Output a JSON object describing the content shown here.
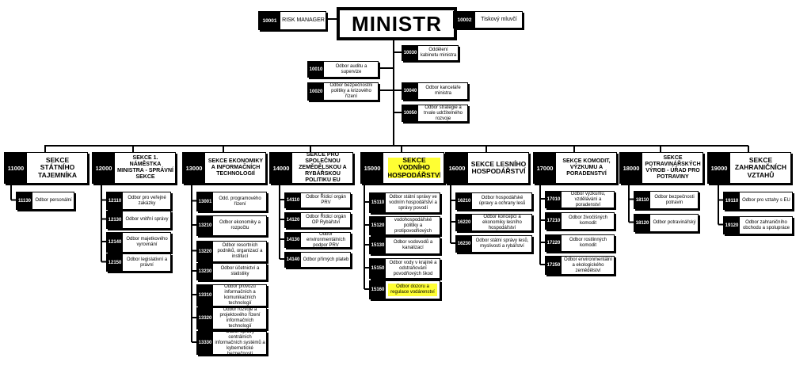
{
  "minister": {
    "title": "MINISTR"
  },
  "top_boxes": [
    {
      "code": "10001",
      "label": "RISK MANAGER"
    },
    {
      "code": "10002",
      "label": "Tiskový mluvčí"
    },
    {
      "code": "10030",
      "label": "Oddělení kabinetu ministra"
    },
    {
      "code": "10010",
      "label": "Odbor auditu a supervize"
    },
    {
      "code": "10020",
      "label": "Odbor bezpečnostní politiky a krizového řízení"
    },
    {
      "code": "10040",
      "label": "Odbor kanceláře ministra"
    },
    {
      "code": "10050",
      "label": "Odbor strategie a trvale udržitelného rozvoje"
    }
  ],
  "sections": [
    {
      "code": "11000",
      "label": "SEKCE STÁTNÍHO TAJEMNÍKA",
      "units": [
        {
          "code": "11130",
          "label": "Odbor personální"
        }
      ]
    },
    {
      "code": "12000",
      "label": "SEKCE 1. NÁMĚSTKA MINISTRA - SPRÁVNÍ SEKCE",
      "units": [
        {
          "code": "12110",
          "label": "Odbor pro veřejné zakázky"
        },
        {
          "code": "12130",
          "label": "Odbor vnitřní správy"
        },
        {
          "code": "12140",
          "label": "Odbor majetkového vyrovnání"
        },
        {
          "code": "12150",
          "label": "Odbor legislativní a právní"
        }
      ]
    },
    {
      "code": "13000",
      "label": "SEKCE EKONOMIKY A INFORMAČNÍCH TECHNOLOGIÍ",
      "units": [
        {
          "code": "13001",
          "label": "Odd. programového řízení"
        },
        {
          "code": "13210",
          "label": "Odbor ekonomiky a rozpočtu"
        },
        {
          "code": "13220",
          "label": "Odbor resortních podniků, organizací a institucí"
        },
        {
          "code": "13230",
          "label": "Odbor účetnictví a statistiky"
        },
        {
          "code": "13310",
          "label": "Odbor provozu informačních a komunikačních technologií"
        },
        {
          "code": "13320",
          "label": "Odbor rozvoje a projektového řízení informačních technologií"
        },
        {
          "code": "13330",
          "label": "Odbor správy centrálních informačních systémů a kybernetické bezpečnosti"
        }
      ]
    },
    {
      "code": "14000",
      "label": "SEKCE PRO SPOLEČNOU ZEMĚDĚLSKOU A RYBÁŘSKOU POLITIKU EU",
      "units": [
        {
          "code": "14110",
          "label": "Odbor Řídicí orgán PRV"
        },
        {
          "code": "14120",
          "label": "Odbor Řídicí orgán OP Rybářství"
        },
        {
          "code": "14130",
          "label": "Odbor environmentálních podpor PRV"
        },
        {
          "code": "14140",
          "label": "Odbor přímých plateb"
        }
      ]
    },
    {
      "code": "15000",
      "label": "SEKCE VODNÍHO HOSPODÁŘSTVÍ",
      "highlight": true,
      "units": [
        {
          "code": "15110",
          "label": "Odbor státní správy ve vodním hospodářství a správy povodí"
        },
        {
          "code": "15120",
          "label": "Odbor vodohospodářské politiky a protipovodňových opatření"
        },
        {
          "code": "15130",
          "label": "Odbor vodovodů a kanalizací"
        },
        {
          "code": "15150",
          "label": "Odbor vody v krajině a odstraňování povodňových škod"
        },
        {
          "code": "15160",
          "label": "Odbor dozoru a regulace vodárenství",
          "highlight": true
        }
      ]
    },
    {
      "code": "16000",
      "label": "SEKCE LESNÍHO HOSPODÁŘSTVÍ",
      "units": [
        {
          "code": "16210",
          "label": "Odbor hospodářské úpravy a ochrany lesů"
        },
        {
          "code": "16220",
          "label": "Odbor koncepcí a ekonomiky lesního hospodářství"
        },
        {
          "code": "16230",
          "label": "Odbor státní správy lesů, myslivosti a rybářství"
        }
      ]
    },
    {
      "code": "17000",
      "label": "SEKCE KOMODIT, VÝZKUMU A PORADENSTVÍ",
      "units": [
        {
          "code": "17010",
          "label": "Odbor výzkumu, vzdělávání a poradenství"
        },
        {
          "code": "17210",
          "label": "Odbor živočišných komodit"
        },
        {
          "code": "17220",
          "label": "Odbor rostlinných komodit"
        },
        {
          "code": "17250",
          "label": "Odbor environmentální a ekologického zemědělství"
        }
      ]
    },
    {
      "code": "18000",
      "label": "SEKCE POTRAVINÁŘSKÝCH VÝROB - ÚŘAD PRO POTRAVINY",
      "units": [
        {
          "code": "18110",
          "label": "Odbor bezpečnosti potravin"
        },
        {
          "code": "18120",
          "label": "Odbor potravinářský"
        }
      ]
    },
    {
      "code": "19000",
      "label": "SEKCE ZAHRANIČNÍCH VZTAHŮ",
      "units": [
        {
          "code": "19110",
          "label": "Odbor pro vztahy s EU"
        },
        {
          "code": "19120",
          "label": "Odbor zahraničního obchodu a spolupráce"
        }
      ]
    }
  ]
}
